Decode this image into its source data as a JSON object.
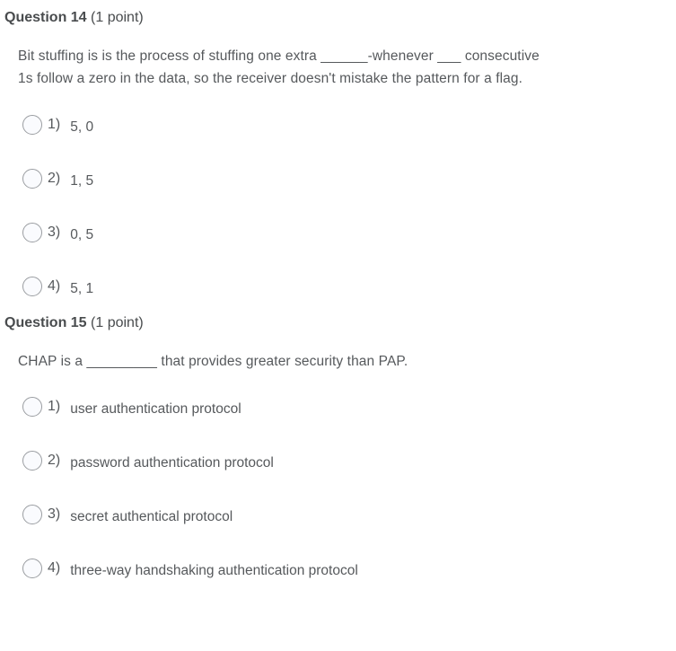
{
  "colors": {
    "background": "#ffffff",
    "heading_text": "#494c4e",
    "body_text": "#56595c",
    "radio_border": "#9a9da1",
    "radio_fill": "#fafbfe"
  },
  "questions": [
    {
      "title": "Question 14",
      "points": "(1 point)",
      "text": "Bit stuffing is is the process of stuffing one extra ______-whenever ___ consecutive\n1s follow a zero in the data, so the receiver doesn't mistake the pattern for a flag.",
      "options": [
        {
          "number": "1)",
          "label": "5, 0"
        },
        {
          "number": "2)",
          "label": "1, 5"
        },
        {
          "number": "3)",
          "label": "0, 5"
        },
        {
          "number": "4)",
          "label": "5, 1"
        }
      ]
    },
    {
      "title": "Question 15",
      "points": "(1 point)",
      "text": "CHAP is a _________ that provides greater security than PAP.",
      "options": [
        {
          "number": "1)",
          "label": "user authentication protocol"
        },
        {
          "number": "2)",
          "label": "password authentication protocol"
        },
        {
          "number": "3)",
          "label": "secret authentical protocol"
        },
        {
          "number": "4)",
          "label": "three-way handshaking authentication protocol"
        }
      ]
    }
  ]
}
